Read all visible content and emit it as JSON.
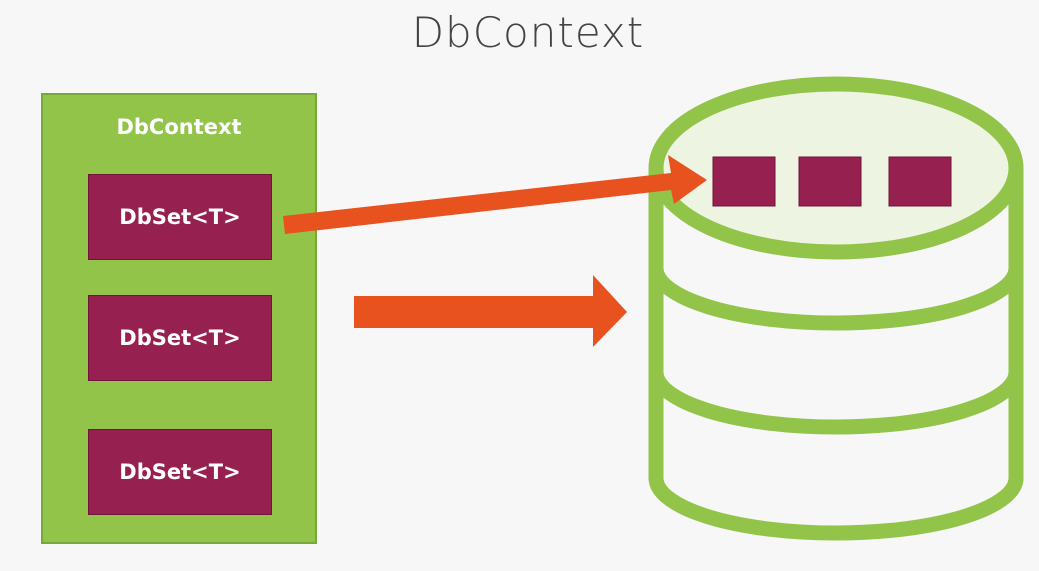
{
  "title": "DbContext",
  "context": {
    "label": "DbContext",
    "sets": [
      {
        "label": "DbSet<T>"
      },
      {
        "label": "DbSet<T>"
      },
      {
        "label": "DbSet<T>"
      }
    ]
  },
  "colors": {
    "background": "#f7f7f7",
    "context_green": "#93c44a",
    "dbset_purple": "#962050",
    "arrow_orange": "#e8521f",
    "db_outline": "#93c44a",
    "db_top_fill": "#eef4e2"
  }
}
